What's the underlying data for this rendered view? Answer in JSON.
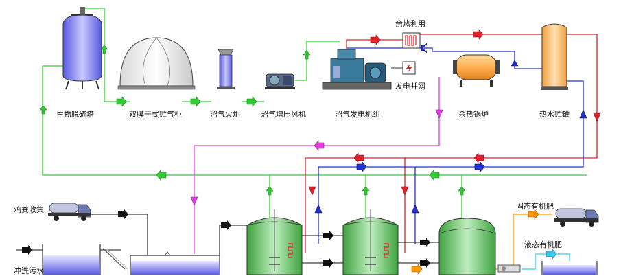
{
  "labels": {
    "desulfurization_tower": "生物脱硫塔",
    "gas_holder": "双膜干式贮气柜",
    "flare": "沼气火炬",
    "booster_fan": "沼气增压风机",
    "generator_set": "沼气发电机组",
    "waste_heat_boiler": "余热锅炉",
    "hot_water_tank": "热水贮罐",
    "waste_heat_use": "余热利用",
    "grid_connection": "发电并网",
    "manure_collection": "鸡粪收集",
    "flush_wastewater": "冲洗污水",
    "solid_fertilizer": "固态有机肥",
    "liquid_fertilizer": "液态有机肥"
  },
  "colors": {
    "gas_line": "#33cc33",
    "hot_water_line": "#e0202a",
    "return_water_line": "#2233cc",
    "heating_line": "#e040e0",
    "slurry_line": "#111111",
    "fertilizer_line": "#ff9900",
    "liquid_line": "#33ccee",
    "digester_body": "#6cc46c",
    "vessel_body": "#8a8aee"
  },
  "icons": [
    "tower-icon",
    "gas-holder-icon",
    "flare-icon",
    "fan-icon",
    "generator-icon",
    "boiler-icon",
    "tank-icon",
    "heat-exchanger-icon",
    "lightning-icon",
    "tanker-truck-icon",
    "digester-icon"
  ]
}
